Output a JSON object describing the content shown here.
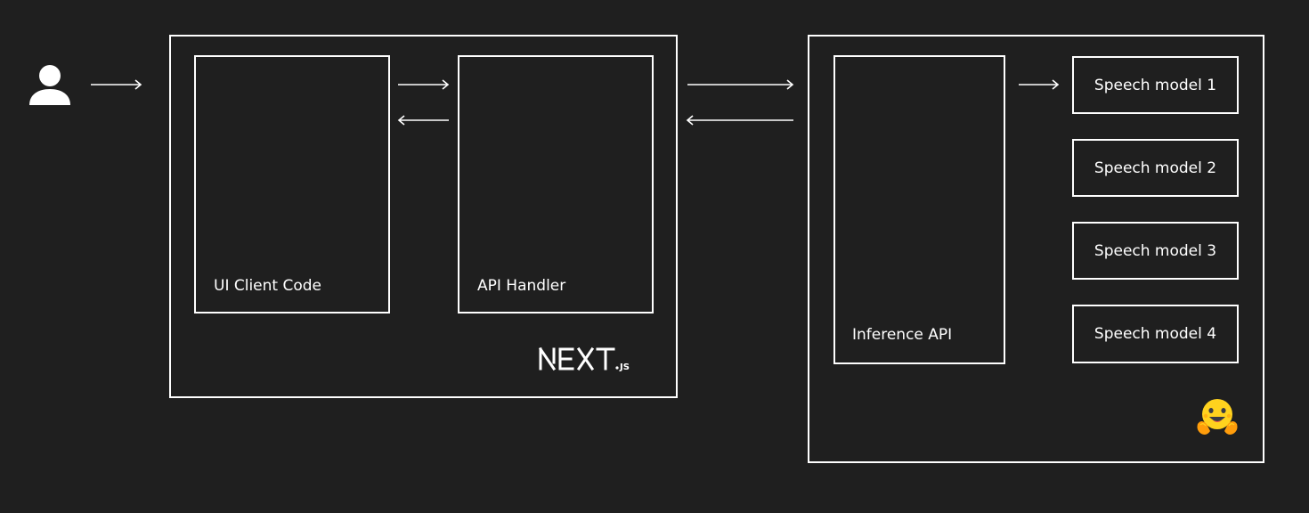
{
  "diagram": {
    "client_box_label": "UI Client Code",
    "api_handler_label": "API Handler",
    "inference_api_label": "Inference API",
    "nextjs_logo_text": "NEXT.JS",
    "speech_models": [
      {
        "label": "Speech model 1"
      },
      {
        "label": "Speech model 2"
      },
      {
        "label": "Speech model 3"
      },
      {
        "label": "Speech model 4"
      }
    ]
  },
  "colors": {
    "background": "#1f1f1f",
    "stroke": "#ffffff",
    "hf_yellow": "#FFD21E",
    "hf_orange": "#FF9D0B"
  },
  "icons": {
    "user": "user-icon",
    "nextjs": "nextjs-logo",
    "huggingface": "huggingface-logo"
  }
}
